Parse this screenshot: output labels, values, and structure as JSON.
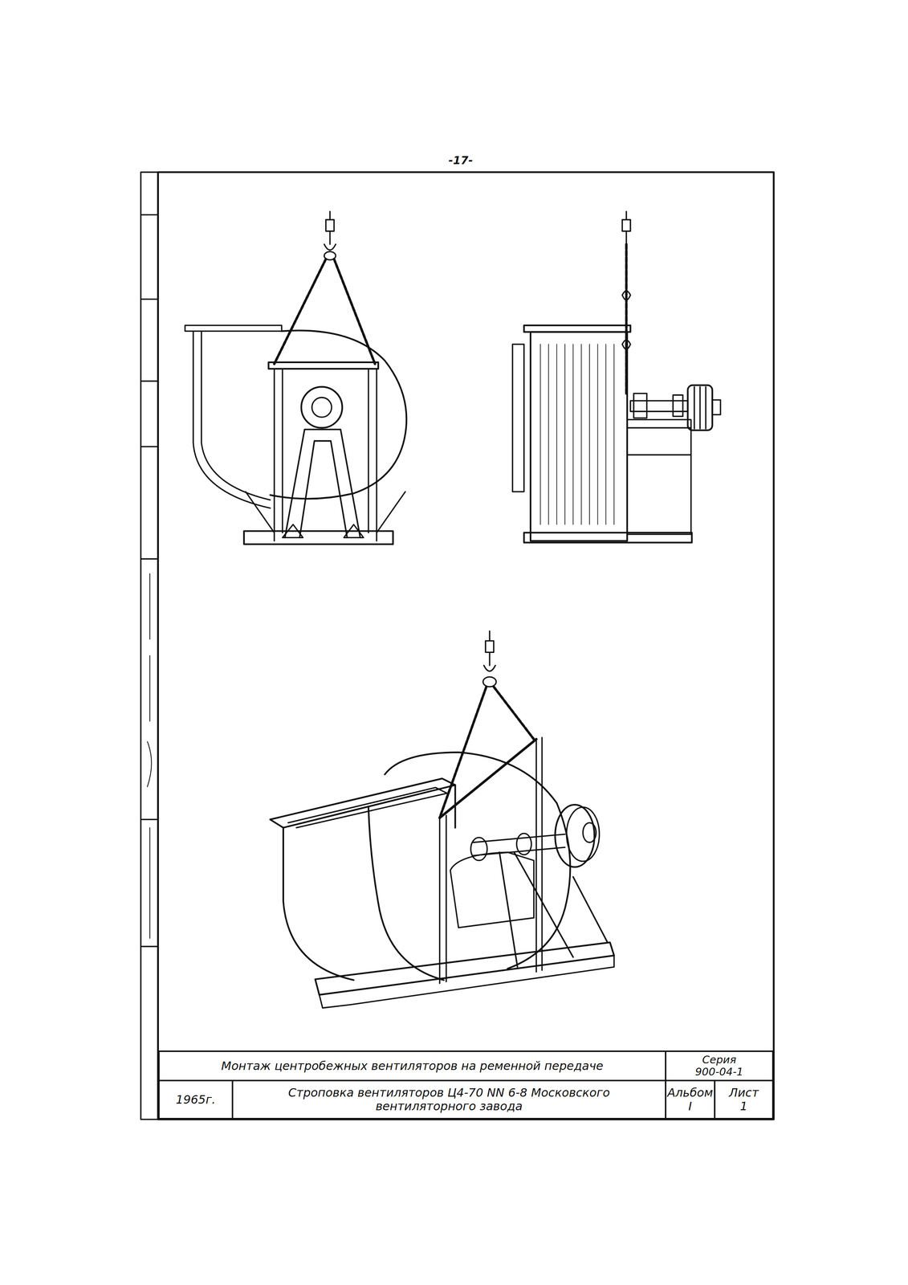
{
  "diagram": {
    "nodes": [
      {
        "text": [
          "Монтаж центробежных вентиляторов на ременной передаче"
        ]
      },
      {
        "text": [
          "Серия",
          "900-04-1"
        ]
      },
      {
        "text": [
          "1965г."
        ]
      },
      {
        "text": [
          "Строповка вентиляторов Ц4-70 NN 6-8 Московского вентиляторного завода"
        ]
      },
      {
        "text": [
          "Альбом",
          "I"
        ]
      },
      {
        "text": [
          "Лист",
          "1"
        ]
      }
    ],
    "labels": [
      "-17-"
    ]
  }
}
